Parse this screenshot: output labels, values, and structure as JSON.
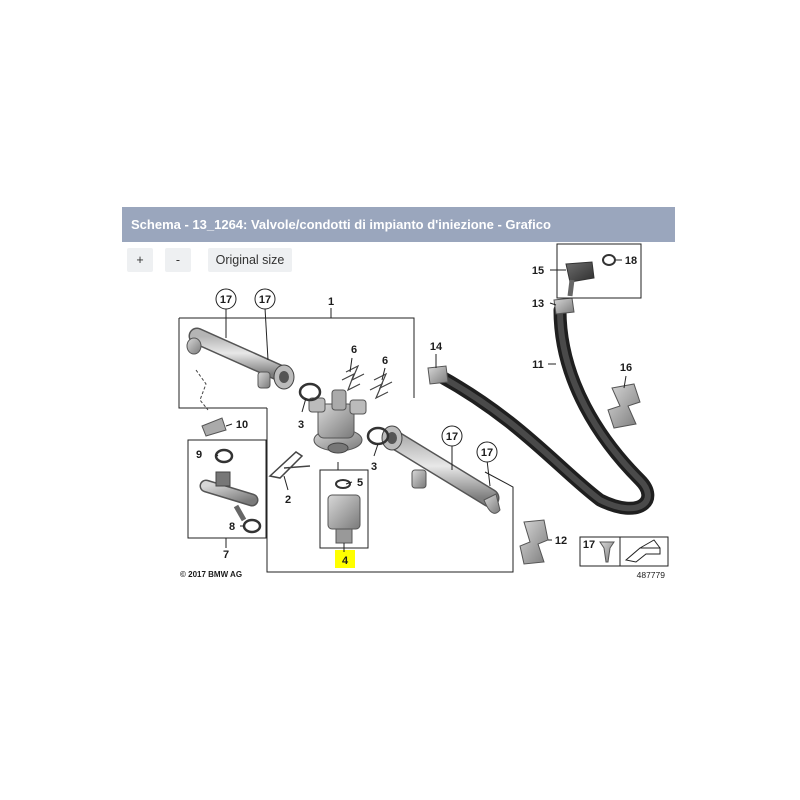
{
  "header": {
    "title": "Schema - 13_1264: Valvole/condotti di impianto d'iniezione - Grafico"
  },
  "toolbar": {
    "zoom_in_label": "+",
    "zoom_out_label": "-",
    "original_size_label": "Original size"
  },
  "diagram": {
    "labels": {
      "n1": "1",
      "n2": "2",
      "n3a": "3",
      "n3b": "3",
      "n4": "4",
      "n5": "5",
      "n6a": "6",
      "n6b": "6",
      "n7": "7",
      "n8": "8",
      "n9": "9",
      "n10": "10",
      "n11": "11",
      "n12": "12",
      "n13": "13",
      "n14": "14",
      "n15": "15",
      "n16": "16",
      "n17a": "17",
      "n17b": "17",
      "n17c": "17",
      "n17d": "17",
      "n17e": "17",
      "n18": "18"
    },
    "copyright": "© 2017 BMW AG",
    "image_number": "487779",
    "highlight_color": "#ffff00"
  }
}
